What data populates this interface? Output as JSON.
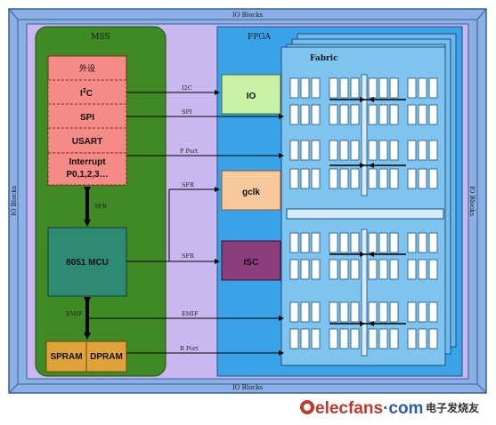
{
  "io_blocks": {
    "top": "IO Blocks",
    "bottom": "IO Blocks",
    "left": "IO Blocks",
    "right": "IO Blocks"
  },
  "mss": {
    "title": "MSS",
    "peripherals_title": "外设",
    "i2c": "I",
    "i2c_sup": "2",
    "i2c_tail": "C",
    "spi": "SPI",
    "usart": "USART",
    "interrupt": "Interrupt",
    "interrupt_ports": "P0,1,2,3…",
    "sfr_vertical": "SFR",
    "mcu": "8051 MCU",
    "emif_vertical": "EMIF",
    "spram": "SPRAM",
    "dpram": "DPRAM"
  },
  "fpga": {
    "title": "FPGA",
    "fabric": "Fabric",
    "io": "IO",
    "gclk": "gclk",
    "isc": "ISC"
  },
  "buses": {
    "i2c": "I2C",
    "spi": "SPI",
    "pport": "P Port",
    "sfr_top": "SFR",
    "sfr_mid": "SFR",
    "emif": "EMIF",
    "bport": "B Port"
  },
  "watermark": {
    "brand": "elecfans",
    "dot": "·",
    "domain": "com",
    "cn": "电子发烧友"
  },
  "colors": {
    "outer": "#8ab0e6",
    "inner": "#c9b8f0",
    "mss_green": "#3f8a24",
    "peripheral_pink": "#f58b86",
    "mcu_teal": "#2f8a74",
    "ram_orange": "#e0a33a",
    "fpga_blue": "#3aa3e8",
    "fabric_blue": "#7fc4ef",
    "io_green": "#c9f2a6",
    "gclk_orange": "#f7c99c",
    "isc_purple": "#8c3d7c"
  }
}
